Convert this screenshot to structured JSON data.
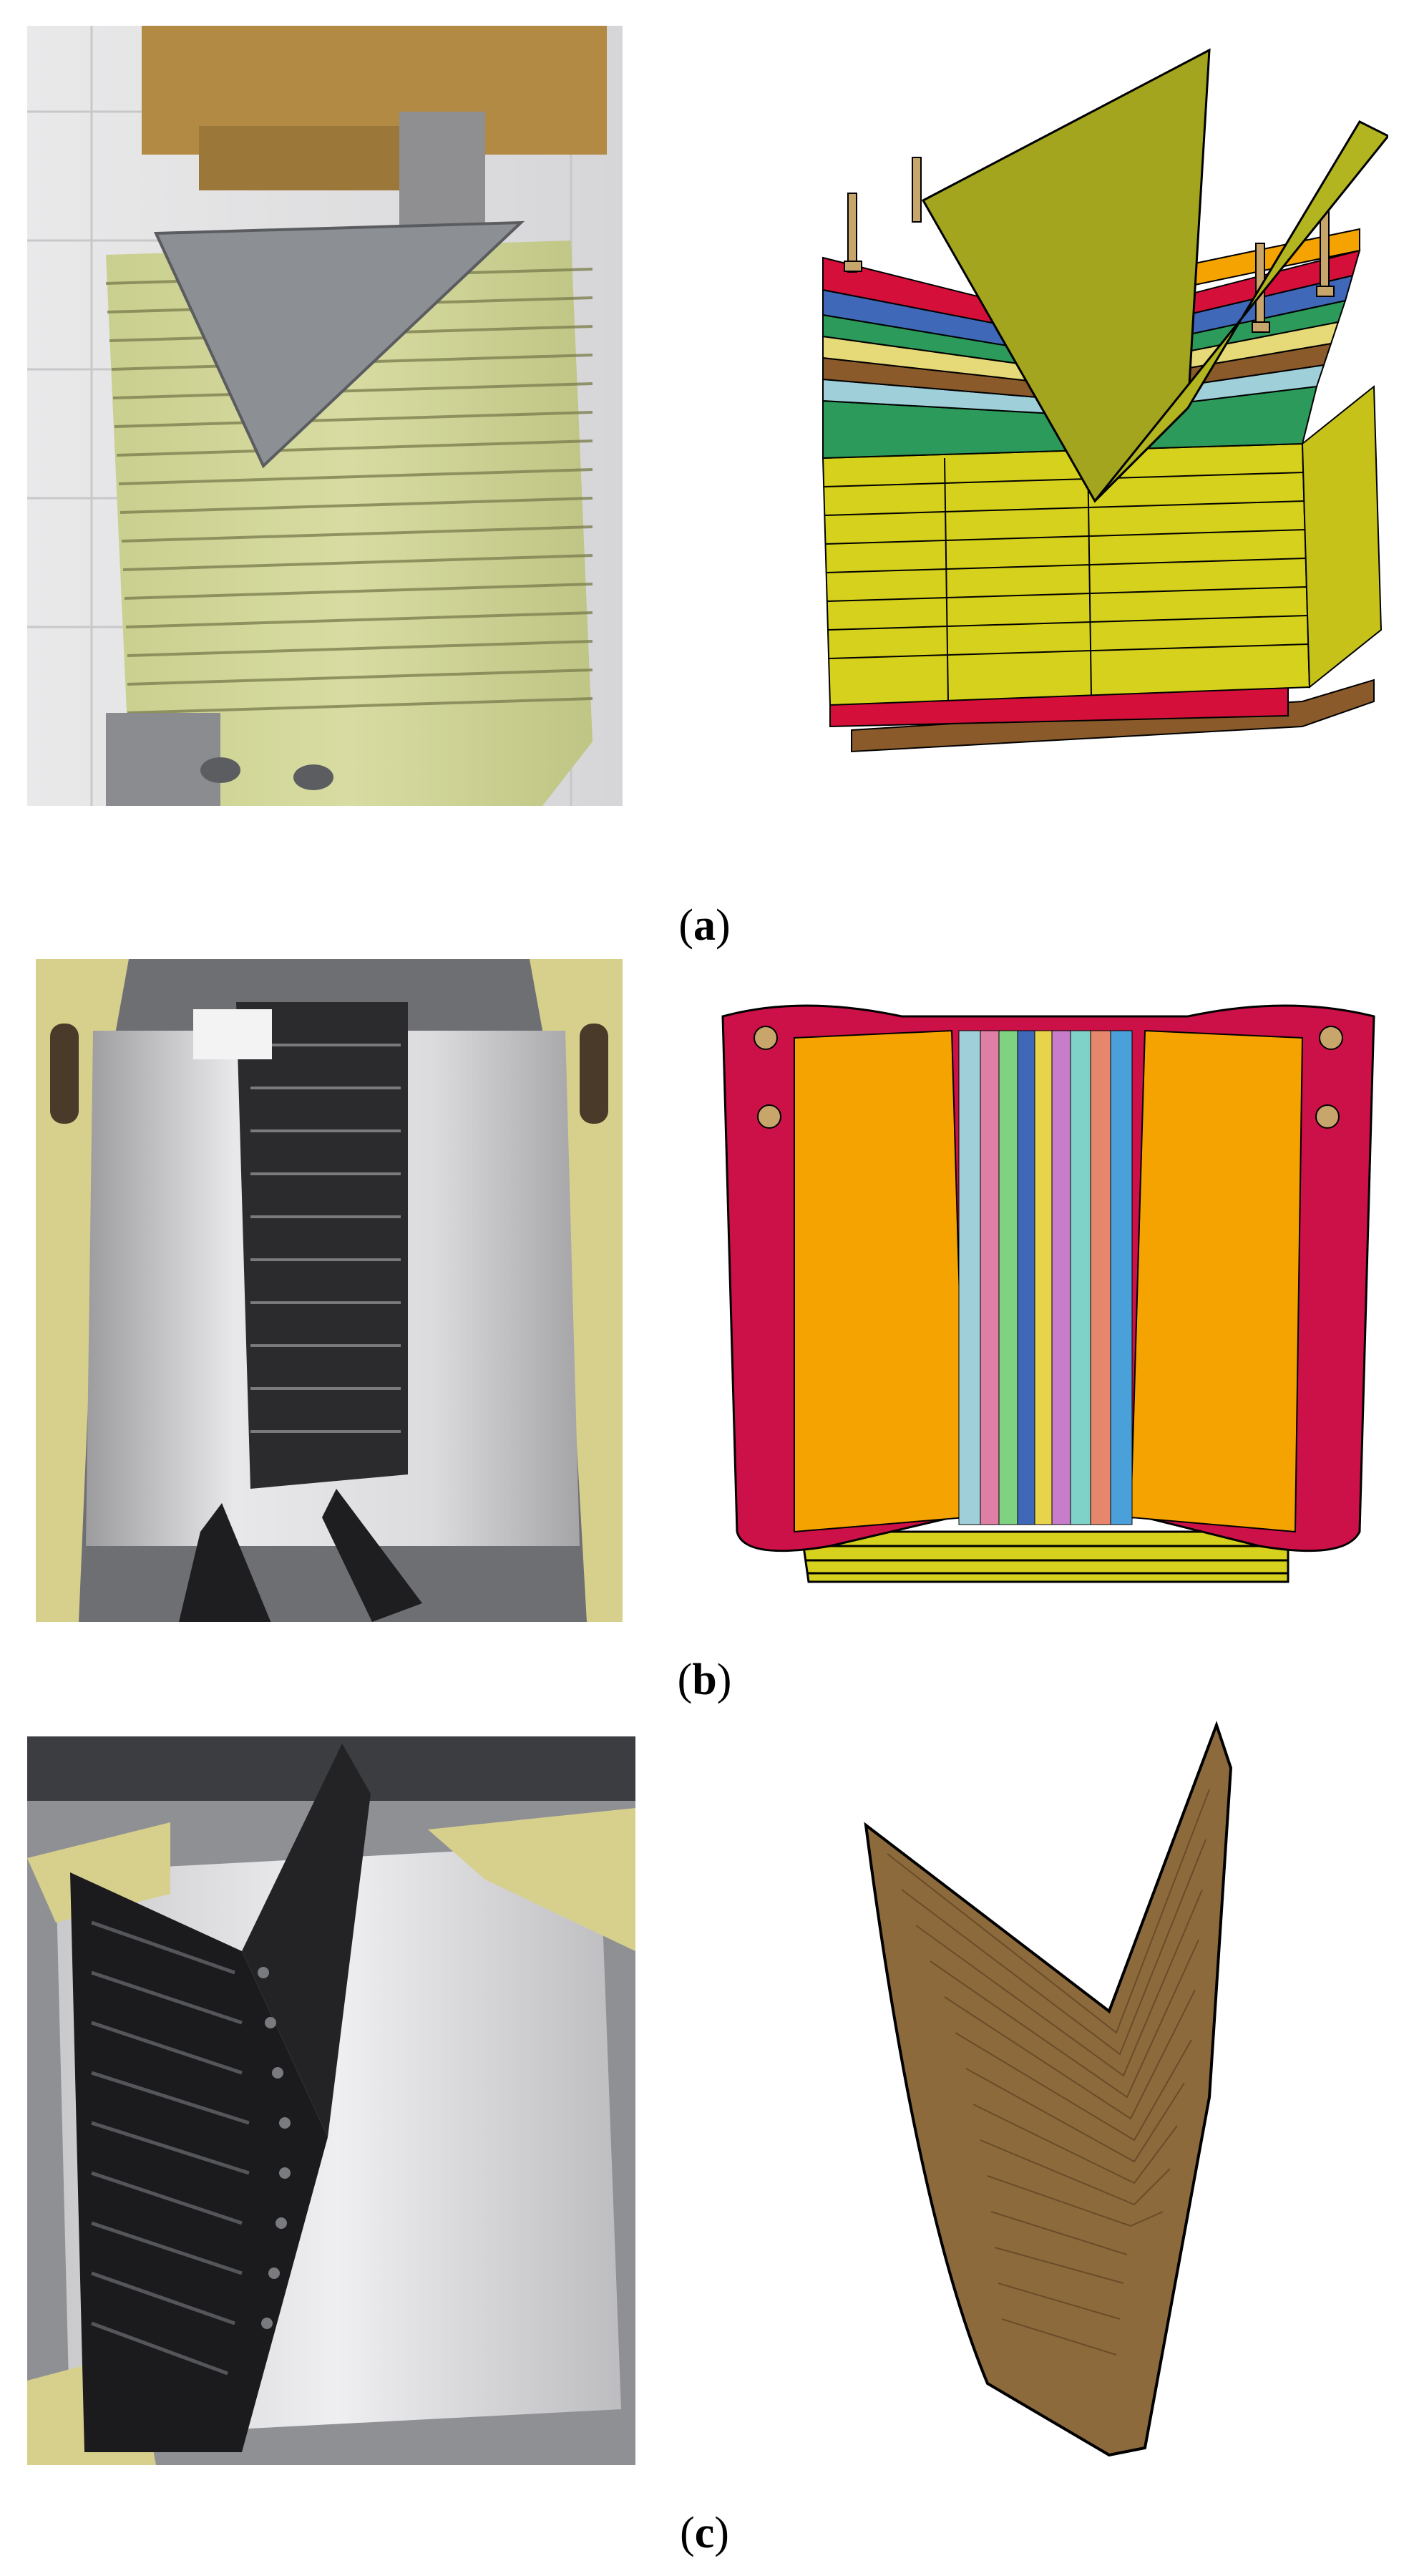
{
  "figure": {
    "panels": [
      {
        "label": "a"
      },
      {
        "label": "b"
      },
      {
        "label": "c"
      }
    ]
  },
  "colors": {
    "separator_yellow": "#c9cf8e",
    "sim_olive": "#a2a51d",
    "sim_red": "#d40f3a",
    "sim_blue": "#3f68b8",
    "sim_green": "#2c9a5a",
    "sim_yellow": "#d6d11c",
    "sim_brown_plate": "#8a5a2a",
    "cell_orange": "#f5a300",
    "frame_crimson": "#cc1048",
    "folded_tan": "#8d6a3c"
  },
  "icons": {
    "a_left": "photo-cell-stack-wedge-test",
    "a_right": "sim-cell-stack-wedge-model",
    "b_left": "photo-opened-cell-after-test",
    "b_right": "sim-opened-cell-deformed",
    "c_left": "photo-folded-cooling-plate",
    "c_right": "sim-folded-plate-shape"
  }
}
